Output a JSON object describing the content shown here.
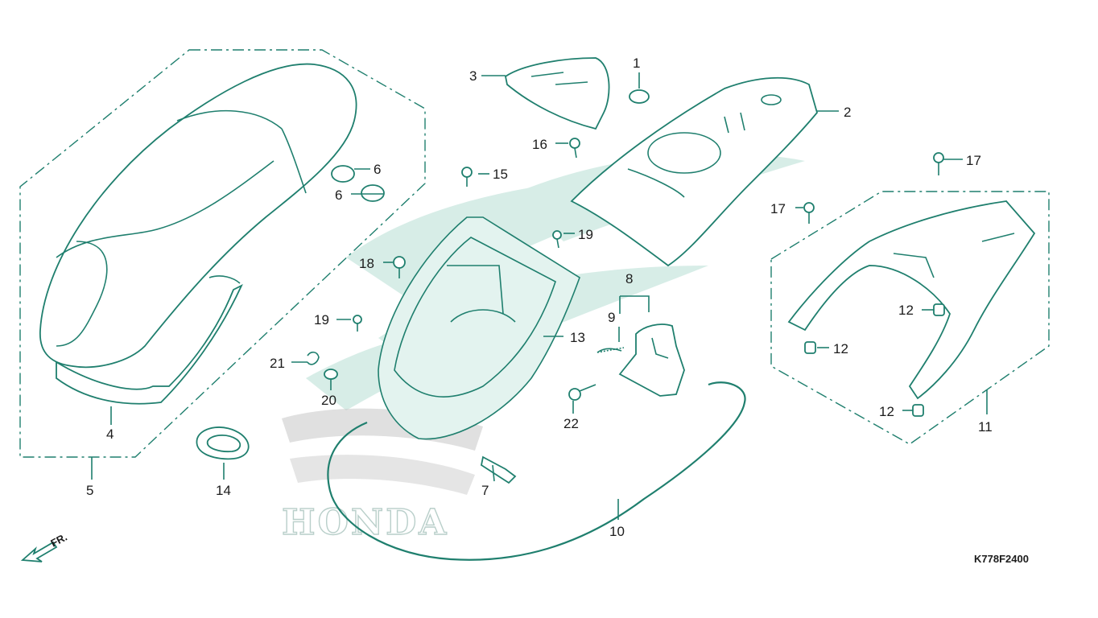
{
  "brand_watermark": "HONDA",
  "diagram_code": "K778F2400",
  "front_indicator": "FR.",
  "callouts": {
    "p1": "1",
    "p2": "2",
    "p3": "3",
    "p4": "4",
    "p5": "5",
    "p6a": "6",
    "p6b": "6",
    "p7": "7",
    "p8": "8",
    "p9": "9",
    "p10": "10",
    "p11": "11",
    "p12a": "12",
    "p12b": "12",
    "p12c": "12",
    "p13": "13",
    "p14": "14",
    "p15": "15",
    "p16": "16",
    "p17a": "17",
    "p17b": "17",
    "p18": "18",
    "p19a": "19",
    "p19b": "19",
    "p20": "20",
    "p21": "21",
    "p22": "22"
  },
  "colors": {
    "line": "#1f7f6e",
    "text": "#1c1c1c",
    "watermark": "#d7ede7",
    "background": "#ffffff"
  }
}
